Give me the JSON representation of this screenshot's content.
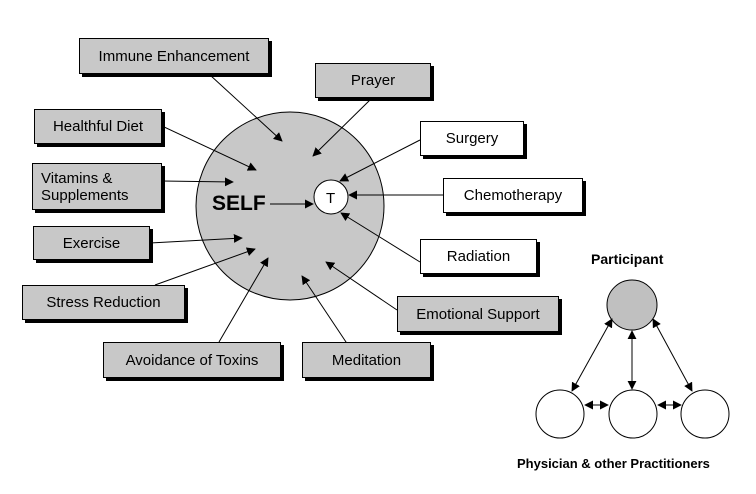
{
  "center": {
    "label": "SELF",
    "target_label": "T"
  },
  "influences": {
    "immune": "Immune Enhancement",
    "prayer": "Prayer",
    "diet": "Healthful Diet",
    "vitamins_line1": "Vitamins &",
    "vitamins_line2": "Supplements",
    "exercise": "Exercise",
    "stress": "Stress Reduction",
    "toxins": "Avoidance of Toxins",
    "meditation": "Meditation",
    "emotional": "Emotional Support"
  },
  "treatments": {
    "surgery": "Surgery",
    "chemo": "Chemotherapy",
    "radiation": "Radiation"
  },
  "relationship": {
    "participant": "Participant",
    "practitioners": "Physician & other Practitioners"
  },
  "colors": {
    "grey_fill": "#c8c8c8",
    "participant_fill": "#c0c0c0"
  }
}
